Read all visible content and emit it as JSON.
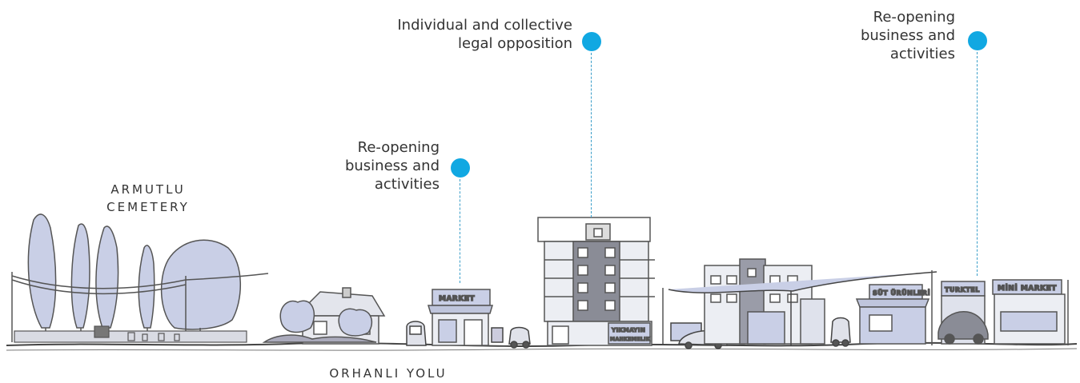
{
  "places": {
    "cemetery": [
      "ARMUTLU",
      "CEMETERY"
    ],
    "road": "ORHANLI YOLU"
  },
  "callouts": [
    {
      "lines": [
        "Re-opening",
        "business and",
        "activities"
      ]
    },
    {
      "lines": [
        "Individual and collective",
        "legal opposition"
      ]
    },
    {
      "lines": [
        "Re-opening",
        "business and",
        "activities"
      ]
    }
  ],
  "signs": {
    "market": "MARKET",
    "yikmayin": "YIKMAYIN",
    "mahkemelik": "MAHKEMELIK",
    "sut_urunleri": "SÜT ÜRÜNLERİ",
    "turktel": "TURKTEL",
    "mini_market": "MİNİ MARKET"
  },
  "colors": {
    "marker": "#11a8e2",
    "leader": "#3a9ec9",
    "sketch_fill": "#c9cfe6",
    "ink": "#333333"
  }
}
